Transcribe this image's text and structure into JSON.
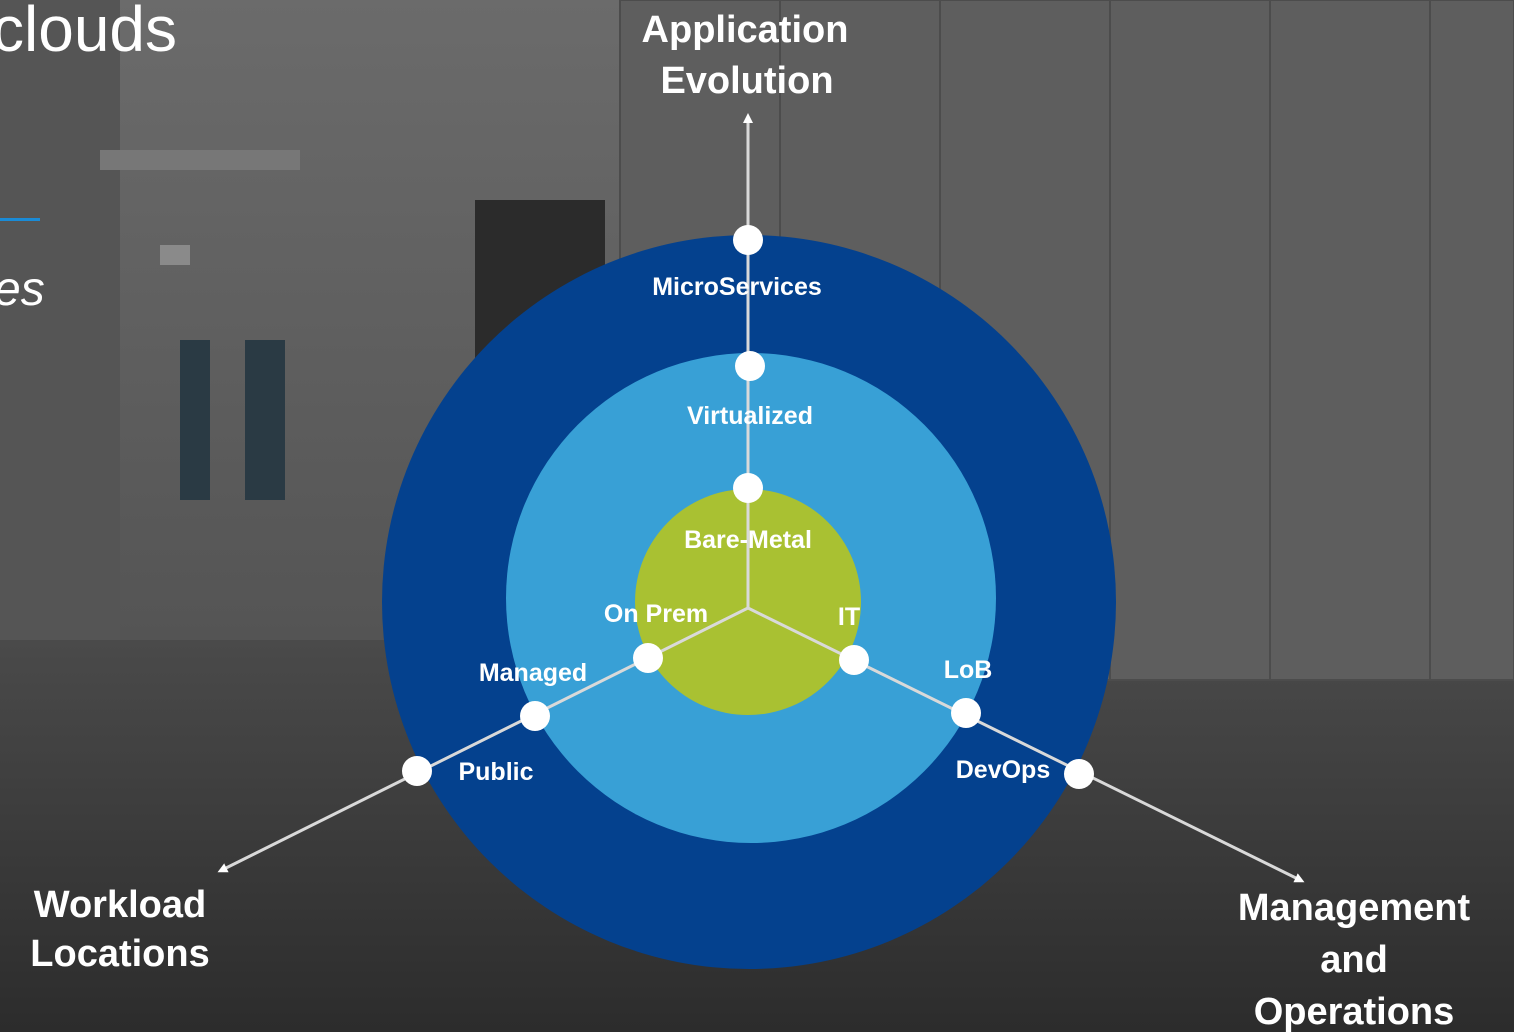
{
  "slide": {
    "title_fragment": "clouds",
    "subtitle_fragment": "es"
  },
  "colors": {
    "outer_ring": "#04418e",
    "middle_ring": "#38a0d6",
    "inner_circle": "#a9c132",
    "axis_line": "#d9d9d9",
    "node": "#ffffff",
    "accent_rule": "#1a8bd6"
  },
  "axes": {
    "top": {
      "title_line1": "Application",
      "title_line2": "Evolution"
    },
    "left": {
      "title_line1": "Workload",
      "title_line2": "Locations"
    },
    "right": {
      "title_line1": "Management",
      "title_line2": "and",
      "title_line3": "Operations"
    }
  },
  "nodes": {
    "bare_metal": "Bare-Metal",
    "virtualized": "Virtualized",
    "microservices": "MicroServices",
    "on_prem": "On Prem",
    "managed": "Managed",
    "public": "Public",
    "it": "IT",
    "lob": "LoB",
    "devops": "DevOps"
  }
}
